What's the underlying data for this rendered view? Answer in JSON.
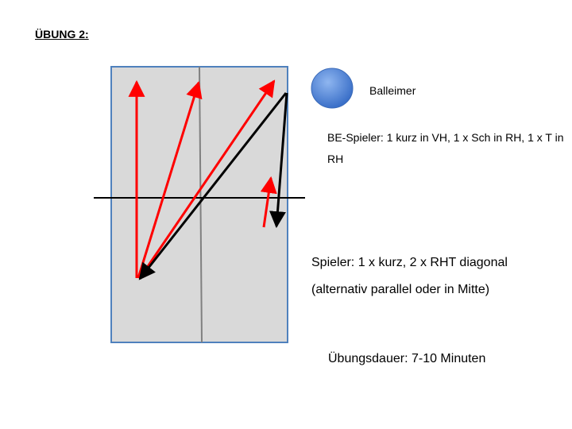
{
  "title": "ÜBUNG 2:",
  "balleimer_label": "Balleimer",
  "be_spieler_text": "BE-Spieler: 1 kurz in VH, 1 x Sch in RH, 1 x T in RH",
  "spieler_line1": "Spieler: 1 x kurz, 2 x RHT diagonal",
  "spieler_line2": "(alternativ parallel oder in Mitte)",
  "dauer_text": "Übungsdauer: 7-10 Minuten",
  "colors": {
    "table_fill": "#d9d9d9",
    "table_border": "#4f81bd",
    "center_line": "#808080",
    "red_arrow": "#ff0000",
    "black_arrow": "#000000",
    "ball_bucket": "#4a7fd4"
  }
}
